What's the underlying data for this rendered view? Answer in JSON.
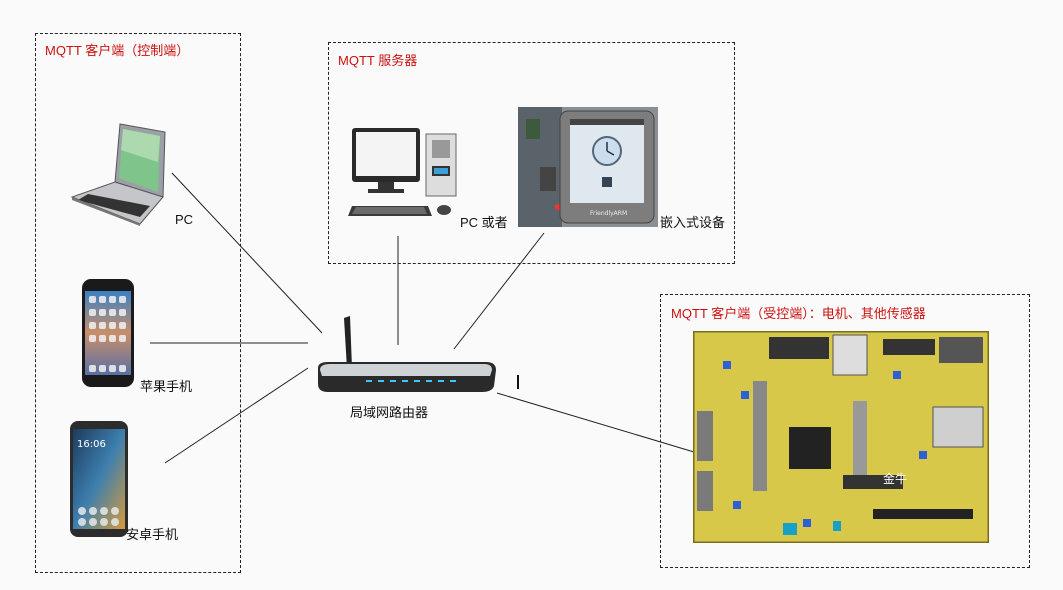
{
  "groups": {
    "control_clients": {
      "title": "MQTT 客户端（控制端）"
    },
    "server": {
      "title": "MQTT  服务器"
    },
    "controlled_clients": {
      "title": "MQTT 客户端（受控端）：电机、其他传感器"
    }
  },
  "devices": {
    "pc_client": {
      "label": "PC"
    },
    "iphone": {
      "label": "苹果手机"
    },
    "android": {
      "label": "安卓手机"
    },
    "server_pc": {
      "label": "PC 或者"
    },
    "embedded": {
      "label": "嵌入式设备"
    },
    "router": {
      "label": "局域网路由器"
    },
    "dev_board": {
      "silkscreen": "金牛"
    }
  },
  "colors": {
    "group_title": "#cc1111",
    "board": "#d7c84a",
    "line": "#222222"
  }
}
